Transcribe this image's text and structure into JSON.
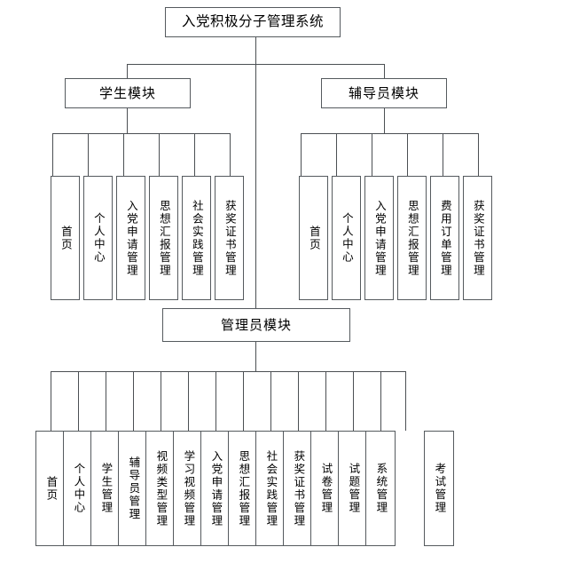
{
  "diagram": {
    "title": "入党积极分子管理系统",
    "type": "tree-hierarchy",
    "orientation": "top-down"
  },
  "root": {
    "label": "入党积极分子管理系统"
  },
  "modules": {
    "student": {
      "label": "学生模块",
      "leaves": [
        {
          "label": "首页"
        },
        {
          "label": "个人中心"
        },
        {
          "label": "入党申请管理"
        },
        {
          "label": "思想汇报管理"
        },
        {
          "label": "社会实践管理"
        },
        {
          "label": "获奖证书管理"
        }
      ]
    },
    "counselor": {
      "label": "辅导员模块",
      "leaves": [
        {
          "label": "首页"
        },
        {
          "label": "个人中心"
        },
        {
          "label": "入党申请管理"
        },
        {
          "label": "思想汇报管理"
        },
        {
          "label": "费用订单管理"
        },
        {
          "label": "获奖证书管理"
        }
      ]
    },
    "admin": {
      "label": "管理员模块",
      "leaves": [
        {
          "label": "首页"
        },
        {
          "label": "个人中心"
        },
        {
          "label": "学生管理"
        },
        {
          "label": "辅导员管理"
        },
        {
          "label": "视频类型管理"
        },
        {
          "label": "学习视频管理"
        },
        {
          "label": "入党申请管理"
        },
        {
          "label": "思想汇报管理"
        },
        {
          "label": "社会实践管理"
        },
        {
          "label": "获奖证书管理"
        },
        {
          "label": "试卷管理"
        },
        {
          "label": "试题管理"
        },
        {
          "label": "系统管理"
        },
        {
          "label": "考试管理"
        }
      ]
    }
  },
  "colors": {
    "box_border": "#555a5e",
    "line": "#4b4f53",
    "background": "#ffffff",
    "text": "#000000"
  }
}
